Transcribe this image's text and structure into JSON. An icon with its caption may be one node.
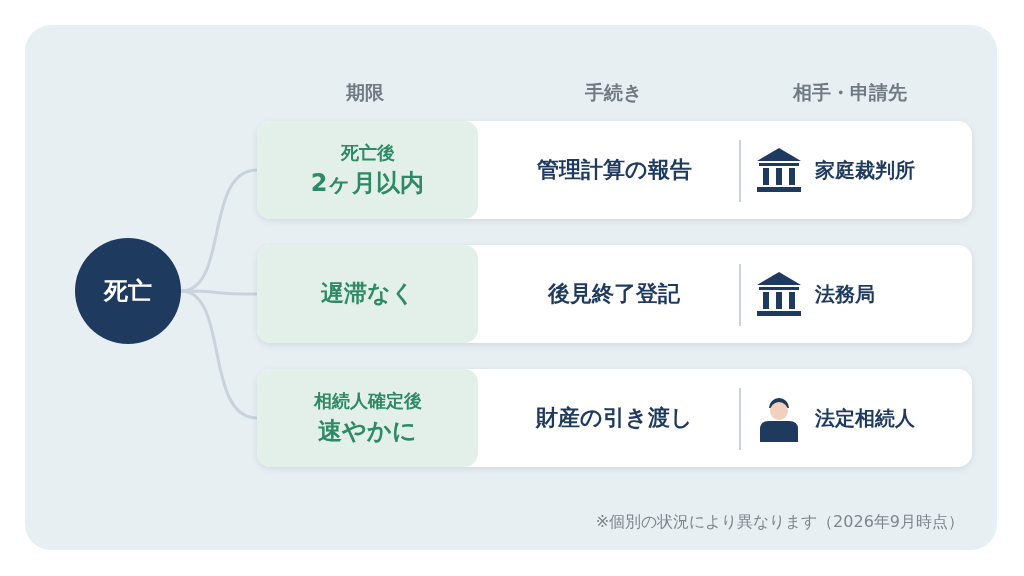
{
  "diagram": {
    "nodes": [
      {
        "text": [
          "死亡"
        ]
      },
      {
        "text": [
          "管理計算の報告",
          "家庭裁判所"
        ]
      },
      {
        "text": [
          "死亡後",
          "2ヶ月以内"
        ],
        "in": 1
      },
      {
        "text": [
          "後見終了登記",
          "法務局"
        ]
      },
      {
        "text": [
          "遅滞なく"
        ],
        "in": 3
      },
      {
        "text": [
          "財産の引き渡し",
          "法定相続人"
        ]
      },
      {
        "text": [
          "相続人確定後",
          "速やかに"
        ],
        "in": 5
      }
    ],
    "edges": [
      {
        "from": 0,
        "to": 2,
        "arrow": "none"
      },
      {
        "from": 0,
        "to": 4,
        "arrow": "none"
      },
      {
        "from": 0,
        "to": 6,
        "arrow": "none"
      }
    ],
    "labels": [
      "期限",
      "手続き",
      "相手・申請先",
      "※個別の状況により異なります（2026年9月時点）"
    ]
  }
}
